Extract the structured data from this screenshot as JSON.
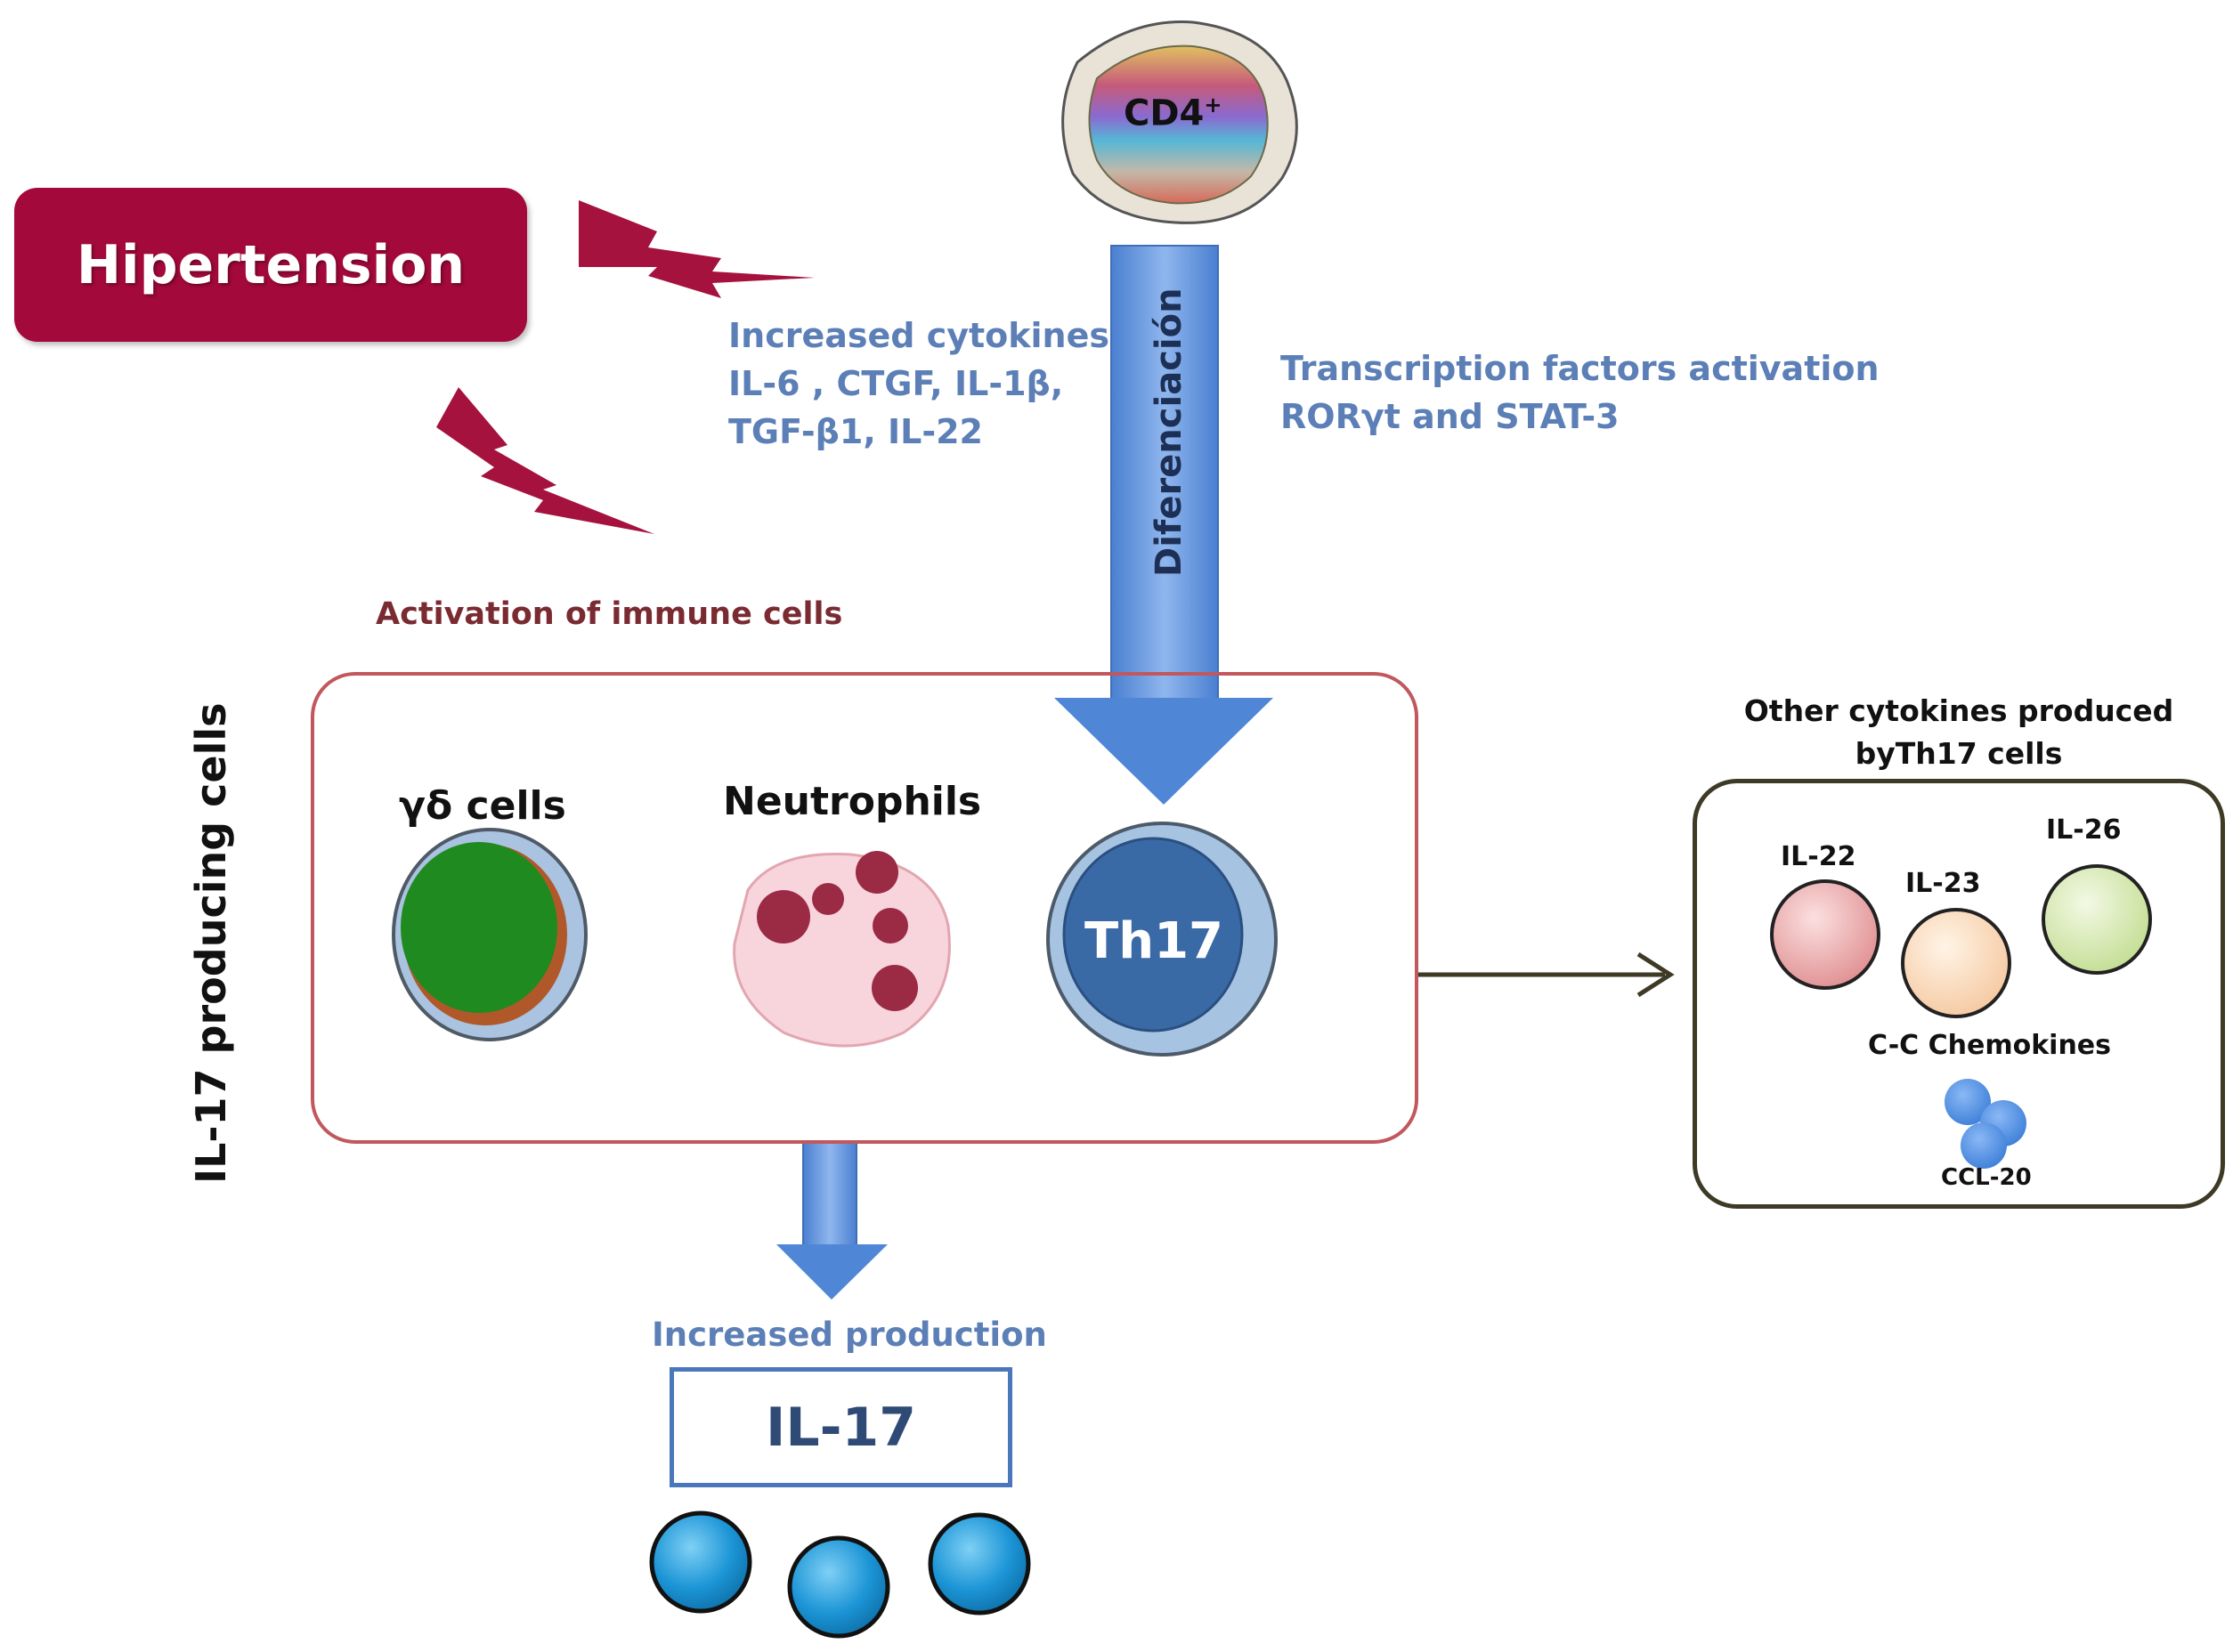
{
  "title_box": {
    "label": "Hipertension",
    "color": "#a3093a"
  },
  "top_cell": {
    "label": "CD4",
    "superscript": "+"
  },
  "vertical_arrow": {
    "label": "Diferenciación",
    "color": "#5b8fd9"
  },
  "cytokines_note": {
    "lines": [
      "Increased cytokines",
      "IL-6 , CTGF,  IL-1β,",
      "TGF-β1, IL-22"
    ]
  },
  "transcription_note": {
    "lines": [
      "Transcription factors activation",
      "RORγt and STAT-3"
    ]
  },
  "activation_label": "Activation of immune cells",
  "producing_cells": {
    "side_label": "IL-17 producing cells",
    "cells": [
      {
        "label": "γδ cells",
        "type": "gamma-delta"
      },
      {
        "label": "Neutrophils",
        "type": "neutrophil"
      },
      {
        "label": "Th17",
        "type": "th17"
      }
    ]
  },
  "output": {
    "increased_label": "Increased production",
    "cytokine": "IL-17"
  },
  "other_cytokines": {
    "title_lines": [
      "Other cytokines produced",
      "byTh17 cells"
    ],
    "items": [
      {
        "label": "IL-22",
        "color": "#e8a0a0"
      },
      {
        "label": "IL-23",
        "color": "#f7d2b0"
      },
      {
        "label": "IL-26",
        "color": "#cfe3a6"
      }
    ],
    "chemokines_label": "C-C Chemokines",
    "chemokine": "CCL-20"
  },
  "colors": {
    "accent_blue": "#5b8fd9",
    "text_blue": "#5b7fb6",
    "box_red": "#c0585e",
    "box_dark": "#3e3a26"
  }
}
